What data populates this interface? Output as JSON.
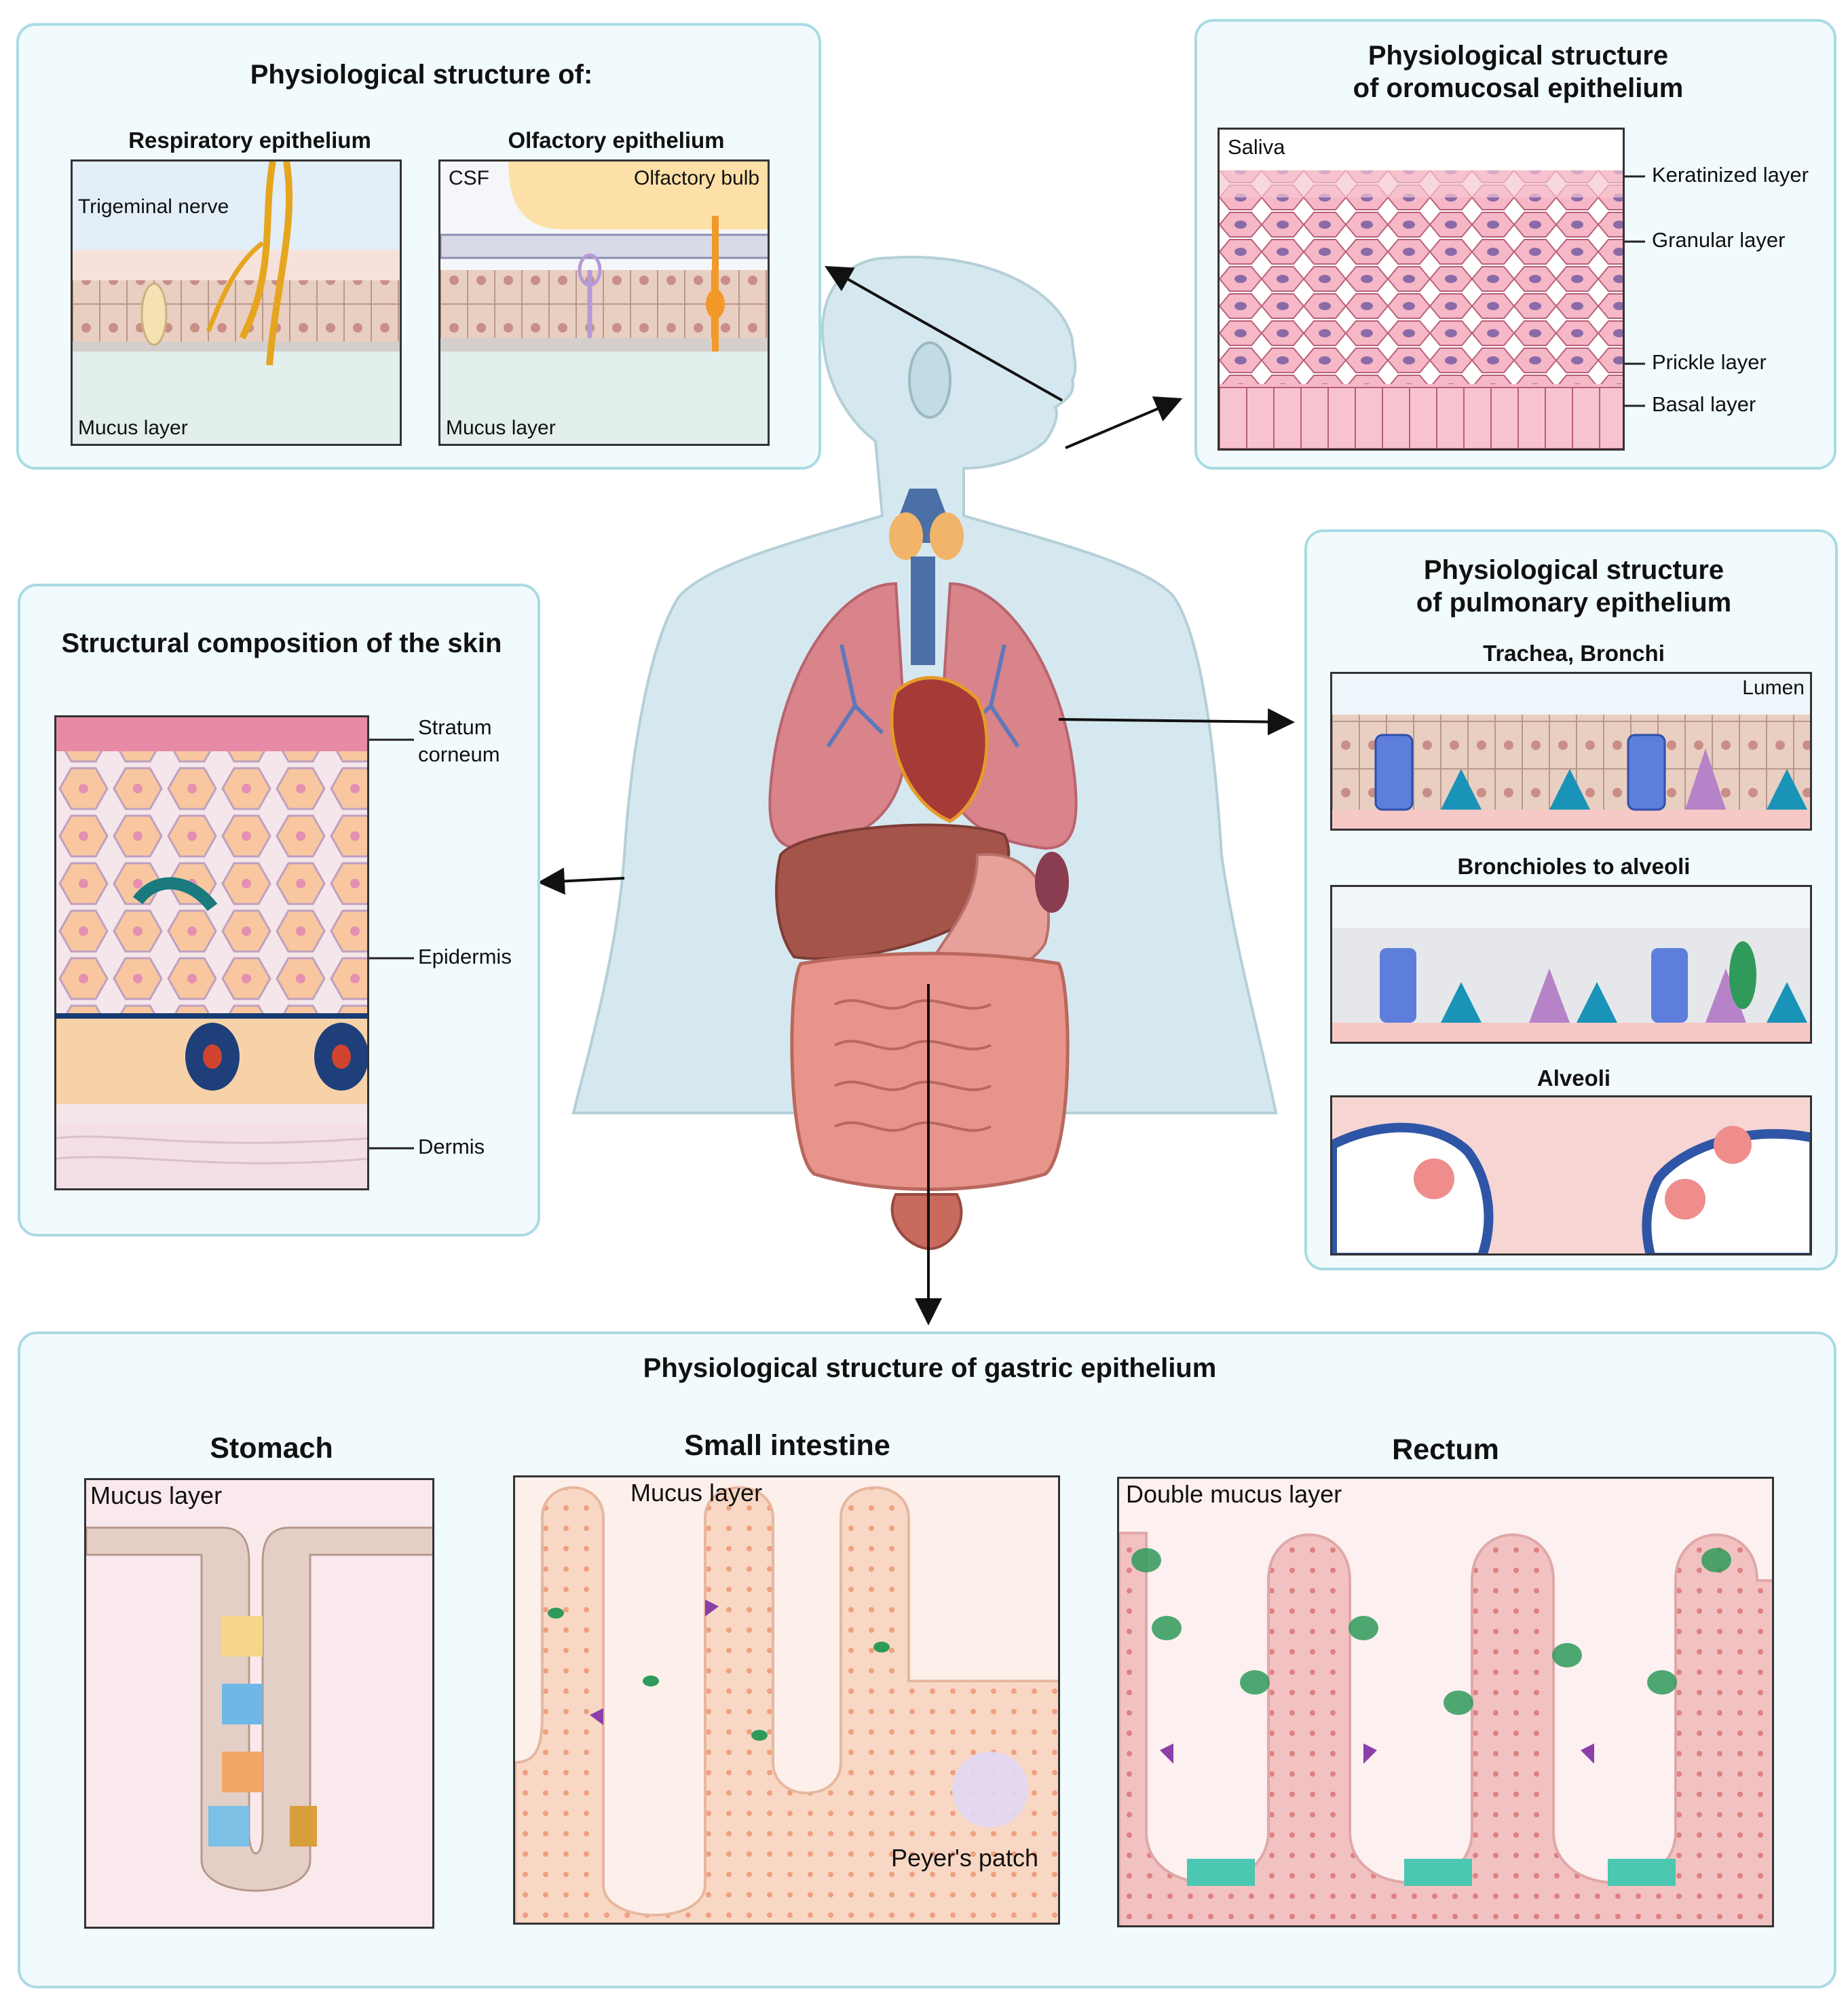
{
  "panels": {
    "nasal": {
      "title": "Physiological structure of:",
      "respiratory": {
        "title": "Respiratory epithelium",
        "nerve_label": "Trigeminal nerve",
        "mucus_label": "Mucus layer"
      },
      "olfactory": {
        "title": "Olfactory epithelium",
        "csf_label": "CSF",
        "bulb_label": "Olfactory bulb",
        "mucus_label": "Mucus layer"
      }
    },
    "oromucosal": {
      "title_line1": "Physiological structure",
      "title_line2": "of oromucosal epithelium",
      "saliva_label": "Saliva",
      "layers": [
        "Keratinized layer",
        "Granular layer",
        "Prickle layer",
        "Basal layer"
      ]
    },
    "skin": {
      "title": "Structural composition of the skin",
      "layers": {
        "stratum_line1": "Stratum",
        "stratum_line2": "corneum",
        "epidermis": "Epidermis",
        "dermis": "Dermis"
      }
    },
    "pulmonary": {
      "title_line1": "Physiological structure",
      "title_line2": "of pulmonary epithelium",
      "trachea": "Trachea, Bronchi",
      "lumen": "Lumen",
      "bronchioles": "Bronchioles to alveoli",
      "alveoli": "Alveoli"
    },
    "gastric": {
      "title": "Physiological structure of gastric epithelium",
      "stomach": {
        "title": "Stomach",
        "mucus_label": "Mucus layer"
      },
      "small_intestine": {
        "title": "Small intestine",
        "mucus_label": "Mucus layer",
        "patch_label": "Peyer's patch"
      },
      "rectum": {
        "title": "Rectum",
        "mucus_label": "Double mucus layer"
      }
    }
  },
  "colors": {
    "panel_border": "#a9dbe3",
    "panel_bg": "#f1fafc",
    "body_fill": "#d6e8ef",
    "lung": "#d9838a",
    "intestine": "#e8948a",
    "liver": "#a5544a",
    "nerve": "#e5a51e",
    "cell_tan": "#e9cfc2",
    "oral_pink": "#f6b7c6",
    "cell_nucleus": "#8b6aa8",
    "skin_cell": "#f8c7a0",
    "goblet_green": "#2f9a5a",
    "tuft_blue": "#3a66c4"
  }
}
